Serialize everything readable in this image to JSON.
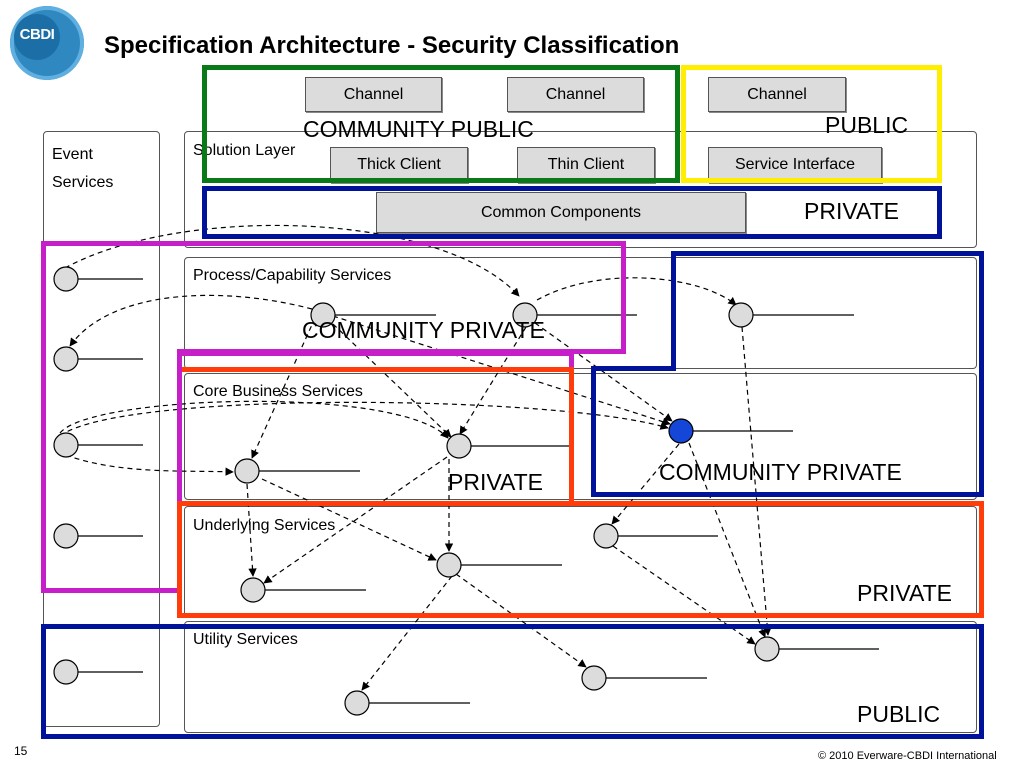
{
  "slide": {
    "title": "Specification Architecture - Security Classification",
    "page_number": "15",
    "copyright": "© 2010 Everware-CBDI International",
    "logo_text": "CBDI"
  },
  "panels": {
    "event": "Event Services",
    "solution": "Solution Layer",
    "process": "Process/Capability Services",
    "core": "Core Business Services",
    "underlying": "Underlying Services",
    "utility": "Utility Services"
  },
  "components": {
    "channel_1": "Channel",
    "channel_2": "Channel",
    "channel_3": "Channel",
    "thick_client": "Thick Client",
    "thin_client": "Thin Client",
    "service_interface": "Service Interface",
    "common_components": "Common Components"
  },
  "zones": {
    "community_public": "COMMUNITY PUBLIC",
    "public_top": "PUBLIC",
    "private_solution": "PRIVATE",
    "community_private_left": "COMMUNITY PRIVATE",
    "private_core": "PRIVATE",
    "community_private_right": "COMMUNITY PRIVATE",
    "private_underlying": "PRIVATE",
    "public_utility": "PUBLIC"
  },
  "colors": {
    "green": "#0a7a18",
    "yellow": "#ffee00",
    "navy": "#00119a",
    "magenta": "#c61ec8",
    "red": "#ff3c0a",
    "node_fill": "#dcdcdc",
    "node_highlight": "#1446d8"
  }
}
